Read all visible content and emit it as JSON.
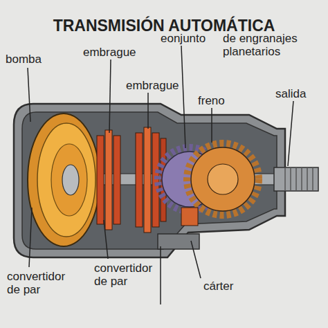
{
  "diagram": {
    "title": "TRANSMISIÓN AUTOMÁTICA",
    "labels": [
      "bomba",
      "embrague",
      "eonjunto",
      "de engranajes planetarios",
      "embrague",
      "freno",
      "salida",
      "convertidor de par",
      "convertidor de par",
      "cárter"
    ]
  }
}
